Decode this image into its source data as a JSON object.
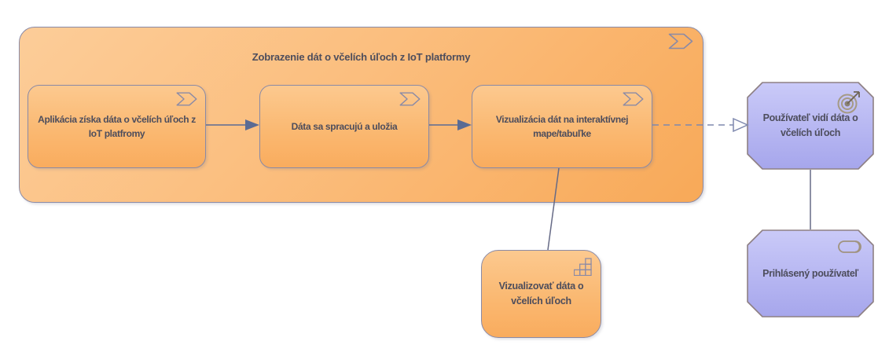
{
  "diagram": {
    "grouping": {
      "title": "Zobrazenie dát o včelích úľoch z IoT platformy",
      "icon": "process-icon"
    },
    "processes": [
      {
        "label": "Aplikácia získa dáta o včelích úľoch z IoT platfromy",
        "icon": "process-icon"
      },
      {
        "label": "Dáta sa spracujú a uložia",
        "icon": "process-icon"
      },
      {
        "label": "Vizualizácia dát na interaktívnej mape/tabuľke",
        "icon": "process-icon"
      }
    ],
    "capability": {
      "label": "Vizualizovať dáta o včelích úľoch",
      "icon": "capability-grid-icon"
    },
    "outcome": {
      "label": "Používateľ vidí dáta o včelích úľoch",
      "icon": "outcome-target-icon"
    },
    "resource": {
      "label": "Prihlásený používateľ",
      "icon": "resource-cylinder-icon"
    },
    "relations": [
      {
        "from": "process-1",
        "to": "process-2",
        "type": "triggering-arrow"
      },
      {
        "from": "process-2",
        "to": "process-3",
        "type": "triggering-arrow"
      },
      {
        "from": "process-3",
        "to": "outcome",
        "type": "realization-dashed-hollow-arrow"
      },
      {
        "from": "process-3",
        "to": "capability",
        "type": "association-line"
      },
      {
        "from": "outcome",
        "to": "resource",
        "type": "association-line"
      }
    ],
    "colors": {
      "orange_fill": "#FBBE7E",
      "orange_border": "#8A8AA6",
      "purple_fill": "#B4B4F0",
      "purple_border": "#8E8084",
      "connector": "#5A6B94",
      "text": "#4D4D5C",
      "background": "#FFFFFF"
    }
  }
}
